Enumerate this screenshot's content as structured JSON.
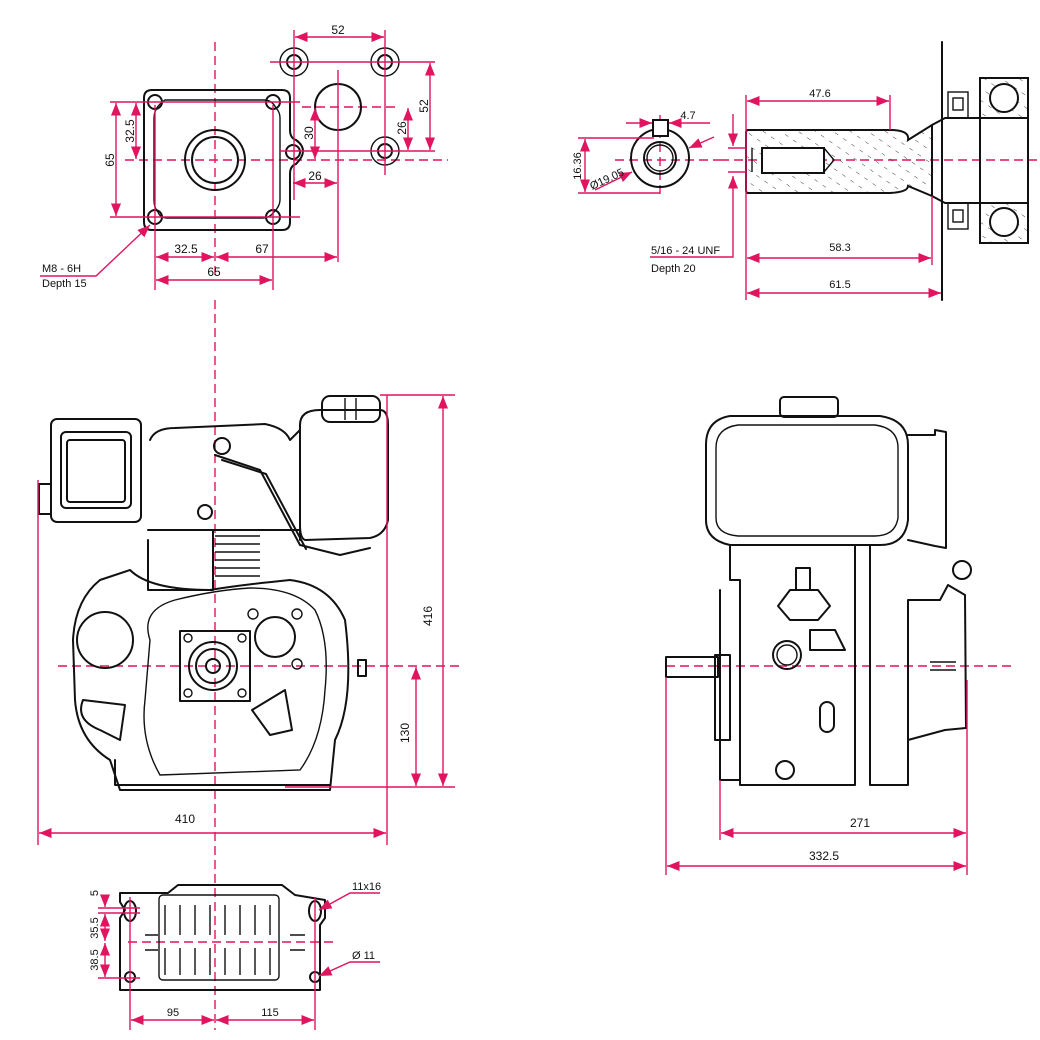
{
  "drawing": {
    "accent_color": "#e0145f",
    "line_color": "#111111",
    "views": {
      "flange_detail": {
        "dims": {
          "d52_top": "52",
          "d52_right": "52",
          "d26_right": "26",
          "d30": "30",
          "d26_horiz": "26",
          "d65_left": "65",
          "d32_5_left": "32.5",
          "d32_5_bottom": "32.5",
          "d67_bottom": "67",
          "d65_bottom": "65"
        },
        "thread_note": {
          "line1": "M8 - 6H",
          "line2": "Depth 15"
        }
      },
      "shaft_detail": {
        "dims": {
          "key_width": "4.7",
          "key_height": "16.36",
          "diameter": "Ø19.05",
          "d47_6": "47.6",
          "d58_3": "58.3",
          "d61_5": "61.5"
        },
        "thread_note": {
          "line1": "5/16 - 24 UNF",
          "line2": "Depth 20"
        }
      },
      "front_view": {
        "dims": {
          "width": "410",
          "height": "416",
          "shaft_height": "130"
        }
      },
      "side_view": {
        "dims": {
          "d271": "271",
          "d332_5": "332.5"
        }
      },
      "base_view": {
        "dims": {
          "d5": "5",
          "d35_5": "35.5",
          "d38_5": "38.5",
          "d95": "95",
          "d115": "115",
          "slot": "11x16",
          "hole": "Ø 11"
        }
      }
    }
  }
}
